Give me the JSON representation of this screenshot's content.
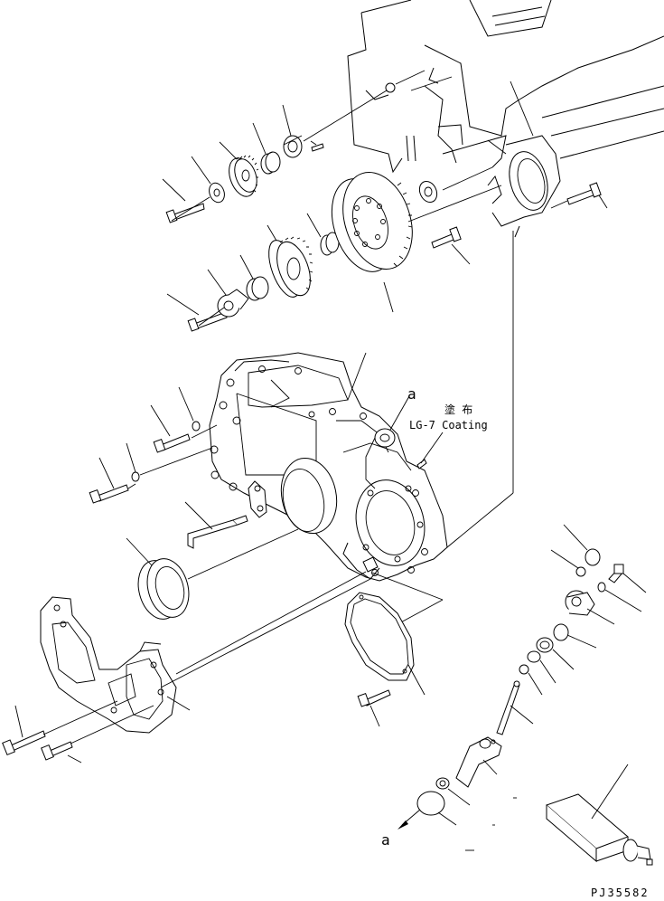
{
  "callouts": {
    "a_top": "a",
    "a_bottom": "a",
    "coating_jp": "塗 布",
    "coating_en": "LG-7 Coating"
  },
  "drawing_number": "PJ35582"
}
